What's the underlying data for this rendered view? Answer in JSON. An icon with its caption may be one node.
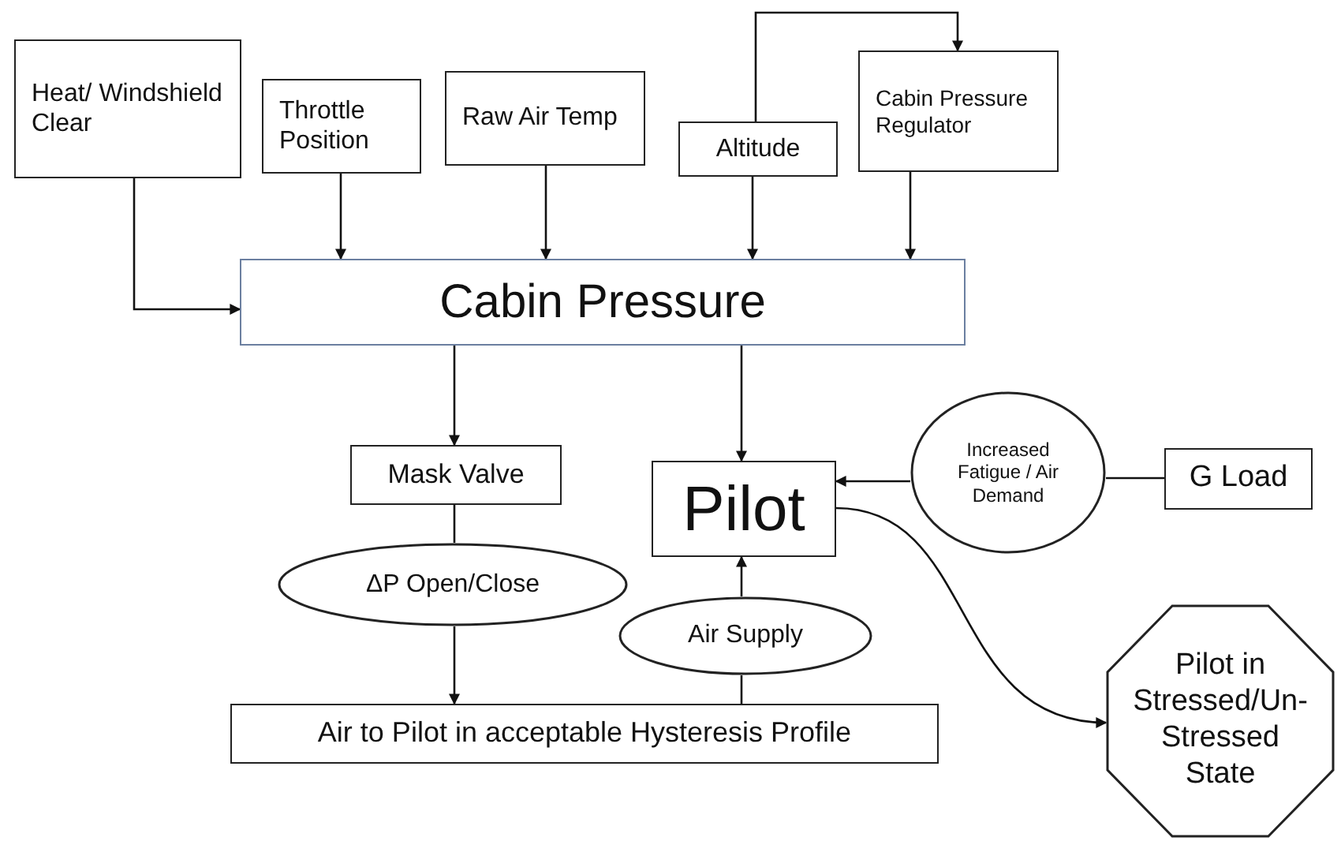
{
  "diagram": {
    "nodes": [
      {
        "text": [
          "Heat/ Windshield Clear"
        ]
      },
      {
        "text": [
          "Throttle Position"
        ]
      },
      {
        "text": [
          "Raw Air Temp"
        ]
      },
      {
        "text": [
          "Altitude"
        ]
      },
      {
        "text": [
          "Cabin Pressure Regulator"
        ]
      },
      {
        "text": [
          "Cabin Pressure"
        ]
      },
      {
        "text": [
          "Mask Valve"
        ]
      },
      {
        "text": [
          "Pilot"
        ]
      },
      {
        "text": [
          "Increased Fatigue / Air Demand"
        ]
      },
      {
        "text": [
          "G Load"
        ]
      },
      {
        "text": [
          "ΔP Open/Close"
        ]
      },
      {
        "text": [
          "Air Supply"
        ]
      },
      {
        "text": [
          "Air to Pilot in acceptable Hysteresis Profile"
        ]
      },
      {
        "text": [
          "Pilot in Stressed/Un-Stressed State"
        ]
      }
    ],
    "edges": [
      {
        "from": 0,
        "to": 5,
        "arrow": "to"
      },
      {
        "from": 1,
        "to": 5,
        "arrow": "to"
      },
      {
        "from": 2,
        "to": 5,
        "arrow": "to"
      },
      {
        "from": 3,
        "to": 5,
        "arrow": "to"
      },
      {
        "from": 3,
        "to": 4,
        "arrow": "to"
      },
      {
        "from": 4,
        "to": 5,
        "arrow": "to"
      },
      {
        "from": 5,
        "to": 6,
        "arrow": "to"
      },
      {
        "from": 5,
        "to": 7,
        "arrow": "to"
      },
      {
        "from": 9,
        "to": 8,
        "arrow": "none"
      },
      {
        "from": 8,
        "to": 7,
        "arrow": "to"
      },
      {
        "from": 6,
        "to": 10,
        "arrow": "none"
      },
      {
        "from": 10,
        "to": 12,
        "arrow": "to"
      },
      {
        "from": 12,
        "to": 11,
        "arrow": "none"
      },
      {
        "from": 11,
        "to": 7,
        "arrow": "to"
      },
      {
        "from": 7,
        "to": 13,
        "arrow": "to"
      }
    ]
  }
}
